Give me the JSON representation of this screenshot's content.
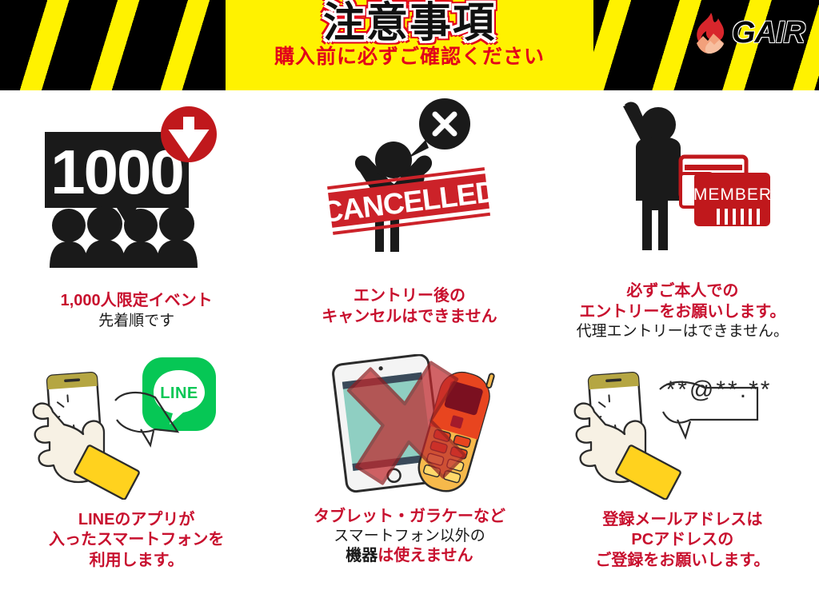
{
  "header": {
    "title": "注意事項",
    "subtitle": "購入前に必ずご確認ください",
    "logo_text": "GAIR",
    "logo_icon": "flame-icon",
    "background_color": "#FFF200",
    "stripe_color": "#000000",
    "title_color": "#111111",
    "title_outline_color": "#FFFFFF",
    "title_stroke_color": "#E2001A",
    "subtitle_color": "#E2001A"
  },
  "colors": {
    "red": "#C8102E",
    "dark_red": "#C0181C",
    "stamp_red": "#CC2229",
    "black": "#1A1A1A",
    "line_green": "#06C755",
    "yellow": "#FFD21E",
    "skin": "#F7F1E4",
    "gold": "#B5A642"
  },
  "items": [
    {
      "id": "limit-1000",
      "icon": "crowd-with-counter-icon",
      "icon_label": "1000",
      "badge_icon": "down-arrow-badge-icon",
      "lines": [
        {
          "text": "1,000人限定イベント",
          "color": "red"
        },
        {
          "text": "先着順です",
          "color": "black"
        }
      ]
    },
    {
      "id": "no-cancel",
      "icon": "person-cancelled-icon",
      "stamp_text": "CANCELLED",
      "bubble_icon": "x-mark-bubble-icon",
      "lines": [
        {
          "text": "エントリー後の",
          "color": "red"
        },
        {
          "text": "キャンセルはできません",
          "color": "red"
        }
      ]
    },
    {
      "id": "self-entry-only",
      "icon": "person-with-member-card-icon",
      "card_text": "MEMBER",
      "lines": [
        {
          "text": "必ずご本人での",
          "color": "red"
        },
        {
          "text": "エントリーをお願いします。",
          "color": "red"
        },
        {
          "text": "代理エントリーはできません。",
          "color": "black"
        }
      ]
    },
    {
      "id": "line-app-required",
      "icon": "hand-holding-smartphone-icon",
      "app_icon": "line-app-icon",
      "app_icon_label": "LINE",
      "lines": [
        {
          "text": "LINEのアプリが",
          "color": "red"
        },
        {
          "text": "入ったスマートフォンを",
          "color": "red"
        },
        {
          "text": "利用します。",
          "color": "red"
        }
      ]
    },
    {
      "id": "no-tablet-featurephone",
      "icon": "tablet-and-feature-phone-crossed-icon",
      "lines": [
        {
          "text": "タブレット・ガラケーなど",
          "color": "red"
        },
        {
          "text": "スマートフォン以外の",
          "color": "black"
        },
        {
          "text_black": "機器",
          "text_red": "は使えません",
          "color": "mixed"
        }
      ]
    },
    {
      "id": "pc-mail-address",
      "icon": "hand-holding-smartphone-icon",
      "bubble_text": "**@**.**",
      "lines": [
        {
          "text": "登録メールアドレスは",
          "color": "red"
        },
        {
          "text": "PCアドレスの",
          "color": "red"
        },
        {
          "text": "ご登録をお願いします。",
          "color": "red"
        }
      ]
    }
  ]
}
